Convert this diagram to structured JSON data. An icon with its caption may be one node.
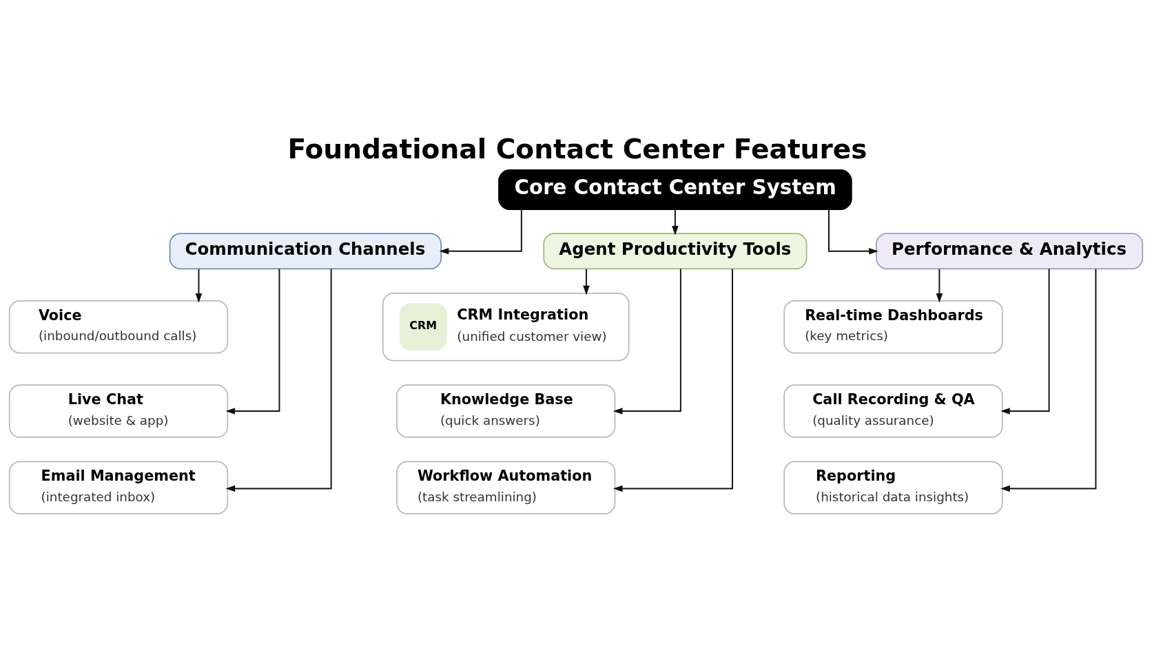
{
  "diagram": {
    "title": "Foundational Contact Center Features",
    "nodes": [
      {
        "text": [
          "Core Contact Center System"
        ]
      },
      {
        "text": [
          "Communication Channels"
        ]
      },
      {
        "text": [
          "Agent Productivity Tools"
        ]
      },
      {
        "text": [
          "Performance & Analytics"
        ]
      },
      {
        "text": [
          "Voice",
          "(inbound/outbound calls)"
        ]
      },
      {
        "text": [
          "Live Chat",
          "(website & app)"
        ]
      },
      {
        "text": [
          "Email Management",
          "(integrated inbox)"
        ]
      },
      {
        "text": [
          "CRM",
          "CRM Integration",
          "(unified customer view)"
        ]
      },
      {
        "text": [
          "Knowledge Base",
          "(quick answers)"
        ]
      },
      {
        "text": [
          "Workflow Automation",
          "(task streamlining)"
        ]
      },
      {
        "text": [
          "Real-time Dashboards",
          "(key metrics)"
        ]
      },
      {
        "text": [
          "Call Recording & QA",
          "(quality assurance)"
        ]
      },
      {
        "text": [
          "Reporting",
          "(historical data insights)"
        ]
      }
    ],
    "edges": [
      {
        "from": 0,
        "to": 1,
        "arrow": "to"
      },
      {
        "from": 0,
        "to": 2,
        "arrow": "to"
      },
      {
        "from": 0,
        "to": 3,
        "arrow": "to"
      },
      {
        "from": 1,
        "to": 4,
        "arrow": "to"
      },
      {
        "from": 1,
        "to": 5,
        "arrow": "to"
      },
      {
        "from": 1,
        "to": 6,
        "arrow": "to"
      },
      {
        "from": 2,
        "to": 7,
        "arrow": "to"
      },
      {
        "from": 2,
        "to": 8,
        "arrow": "to"
      },
      {
        "from": 2,
        "to": 9,
        "arrow": "to"
      },
      {
        "from": 3,
        "to": 10,
        "arrow": "to"
      },
      {
        "from": 3,
        "to": 11,
        "arrow": "to"
      },
      {
        "from": 3,
        "to": 12,
        "arrow": "to"
      }
    ]
  }
}
